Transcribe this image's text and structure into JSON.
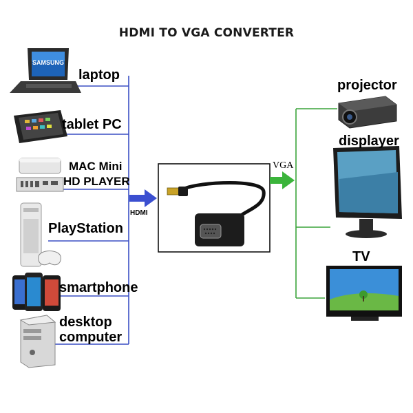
{
  "title": "HDMI TO VGA CONVERTER",
  "sources": [
    {
      "label": "laptop"
    },
    {
      "label": "tablet PC"
    },
    {
      "label": "MAC Mini",
      "label2": "HD PLAYER"
    },
    {
      "label": "PlayStation"
    },
    {
      "label": "smartphone"
    },
    {
      "label": "desktop",
      "label2": "computer"
    }
  ],
  "outputs": [
    {
      "label": "projector"
    },
    {
      "label": "displayer"
    },
    {
      "label": "TV"
    }
  ],
  "connectors": {
    "input_label": "HDMI",
    "output_label": "VGA"
  },
  "laptop_brand": "SAMSUNG",
  "colors": {
    "input_lines": "#3a4fc4",
    "output_lines": "#3aa33a",
    "arrow_in": "#3b4fd0",
    "arrow_out": "#3bb43b"
  }
}
